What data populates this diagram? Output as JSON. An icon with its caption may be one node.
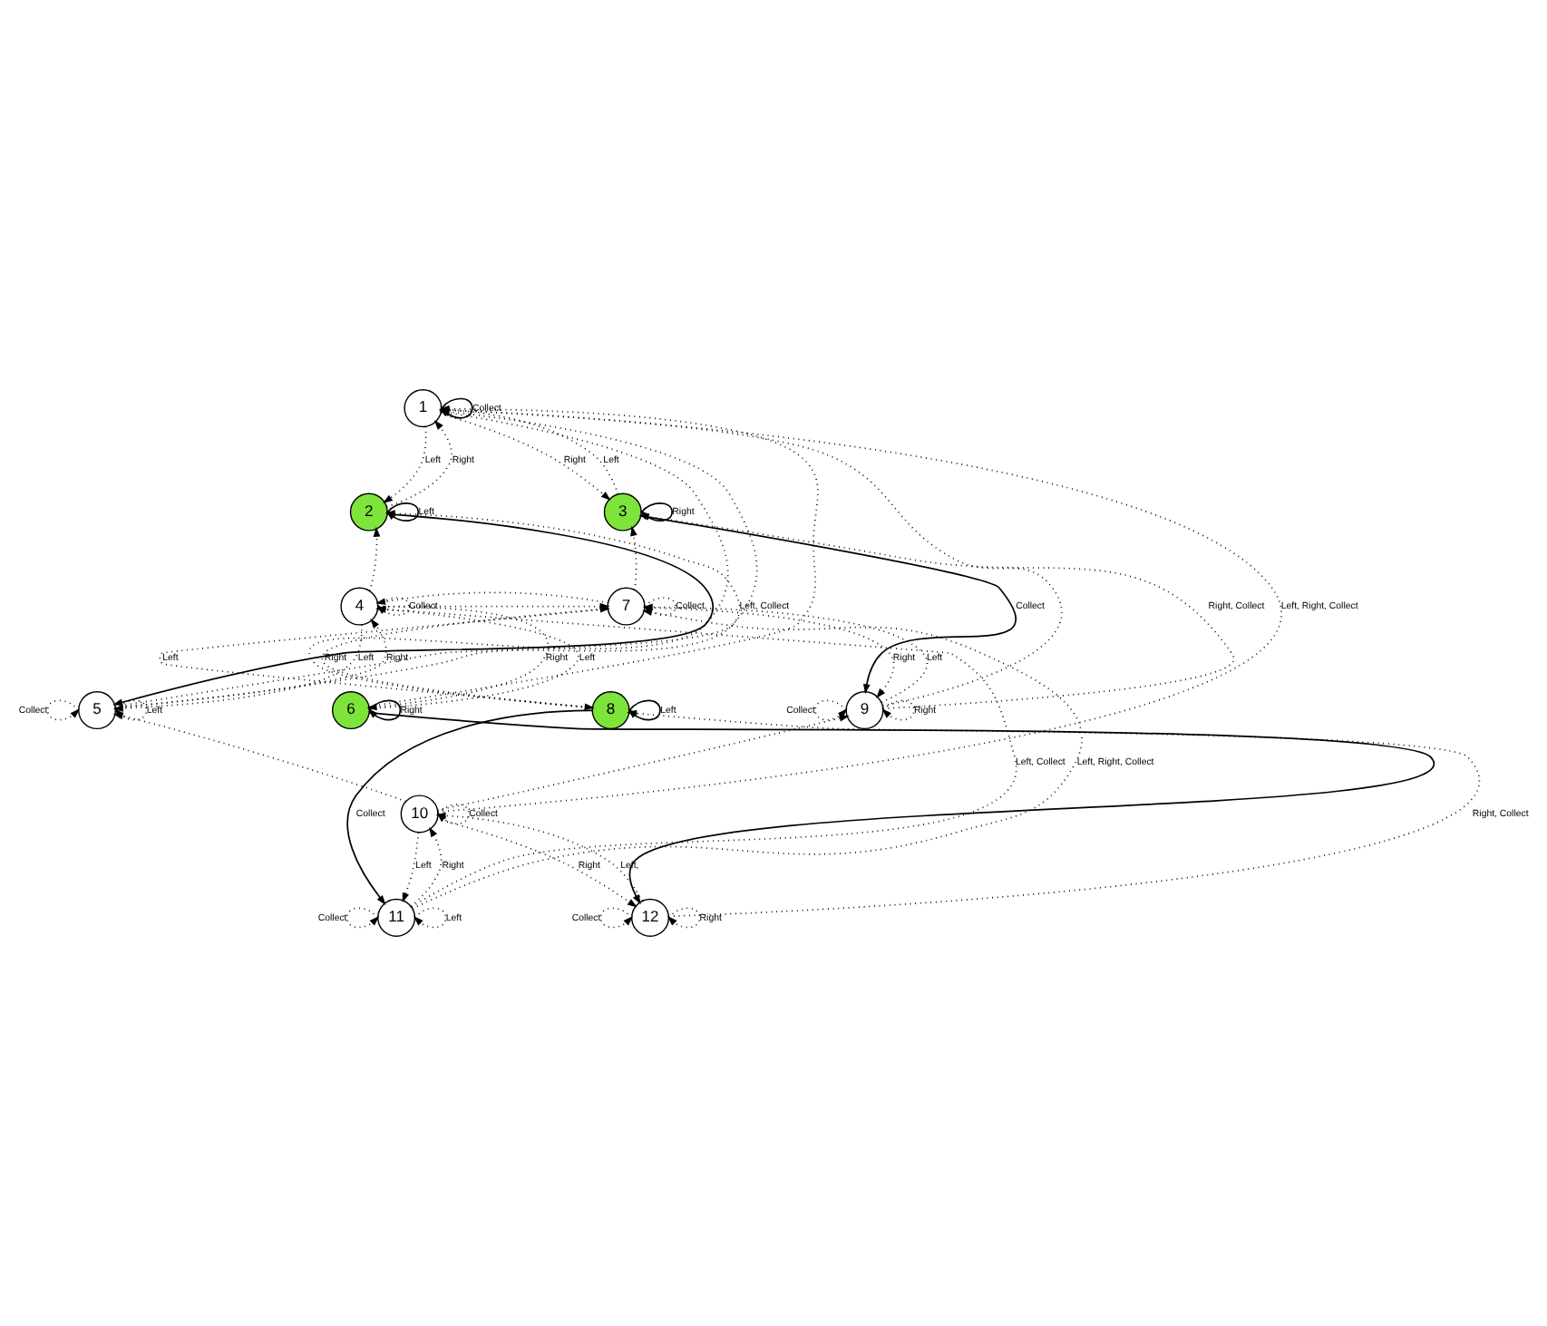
{
  "diagram": {
    "nodes": [
      {
        "text": [
          "1"
        ]
      },
      {
        "text": [
          "2"
        ]
      },
      {
        "text": [
          "3"
        ]
      },
      {
        "text": [
          "4"
        ]
      },
      {
        "text": [
          "5"
        ]
      },
      {
        "text": [
          "6"
        ]
      },
      {
        "text": [
          "7"
        ]
      },
      {
        "text": [
          "8"
        ]
      },
      {
        "text": [
          "9"
        ]
      },
      {
        "text": [
          "10"
        ]
      },
      {
        "text": [
          "11"
        ]
      },
      {
        "text": [
          "12"
        ]
      }
    ],
    "edges": [
      {
        "from": 0,
        "to": 0,
        "arrow": "to",
        "label": "Collect"
      },
      {
        "from": 0,
        "to": 1,
        "arrow": "to",
        "label": "Left",
        "style": "dashed"
      },
      {
        "from": 0,
        "to": 2,
        "arrow": "to",
        "label": "Right",
        "style": "dashed"
      },
      {
        "from": 1,
        "to": 1,
        "arrow": "to",
        "label": "Left"
      },
      {
        "from": 1,
        "to": 0,
        "arrow": "to",
        "label": "Right",
        "style": "dashed"
      },
      {
        "from": 1,
        "to": 4,
        "arrow": "to"
      },
      {
        "from": 4,
        "to": 1,
        "arrow": "to",
        "label": "Left, Collect",
        "style": "dashed"
      },
      {
        "from": 3,
        "to": 1,
        "arrow": "to",
        "style": "dashed"
      },
      {
        "from": 2,
        "to": 0,
        "arrow": "to",
        "label": "Left",
        "style": "dashed"
      },
      {
        "from": 2,
        "to": 2,
        "arrow": "to",
        "label": "Right"
      },
      {
        "from": 2,
        "to": 8,
        "arrow": "to",
        "label": "Collect"
      },
      {
        "from": 8,
        "to": 2,
        "arrow": "to",
        "label": "Right, Collect",
        "style": "dashed"
      },
      {
        "from": 6,
        "to": 2,
        "arrow": "to",
        "style": "dashed"
      },
      {
        "from": 9,
        "to": 0,
        "arrow": "to",
        "label": "Left, Right, Collect",
        "style": "dashed"
      },
      {
        "from": 3,
        "to": 3,
        "arrow": "to",
        "label": "Collect",
        "style": "dashed"
      },
      {
        "from": 3,
        "to": 4,
        "arrow": "to",
        "label": "Left",
        "style": "dashed"
      },
      {
        "from": 3,
        "to": 5,
        "arrow": "to",
        "label": "Right",
        "style": "dashed"
      },
      {
        "from": 3,
        "to": 6,
        "arrow": "to",
        "style": "dashed"
      },
      {
        "from": 4,
        "to": 4,
        "arrow": "to",
        "label": "Left",
        "style": "dashed"
      },
      {
        "from": 4,
        "to": 4,
        "arrow": "to",
        "label": "Collect",
        "style": "dashed"
      },
      {
        "from": 4,
        "to": 3,
        "arrow": "to",
        "label": "Right",
        "style": "dashed"
      },
      {
        "from": 4,
        "to": 0,
        "arrow": "to",
        "style": "dashed"
      },
      {
        "from": 5,
        "to": 3,
        "arrow": "to",
        "label": "Left",
        "style": "dashed"
      },
      {
        "from": 5,
        "to": 0,
        "arrow": "to",
        "style": "dashed"
      },
      {
        "from": 5,
        "to": 5,
        "arrow": "to",
        "label": "Right"
      },
      {
        "from": 6,
        "to": 6,
        "arrow": "to",
        "label": "Collect",
        "style": "dashed"
      },
      {
        "from": 6,
        "to": 7,
        "arrow": "to",
        "label": "Left",
        "style": "dashed"
      },
      {
        "from": 6,
        "to": 3,
        "arrow": "to",
        "style": "dashed"
      },
      {
        "from": 6,
        "to": 8,
        "arrow": "to",
        "label": "Right",
        "style": "dashed"
      },
      {
        "from": 7,
        "to": 6,
        "arrow": "to",
        "label": "Right",
        "style": "dashed"
      },
      {
        "from": 7,
        "to": 0,
        "arrow": "to",
        "style": "dashed"
      },
      {
        "from": 7,
        "to": 7,
        "arrow": "to",
        "label": "Left"
      },
      {
        "from": 8,
        "to": 6,
        "arrow": "to",
        "label": "Left",
        "style": "dashed"
      },
      {
        "from": 8,
        "to": 0,
        "arrow": "to",
        "style": "dashed"
      },
      {
        "from": 8,
        "to": 8,
        "arrow": "to",
        "label": "Right",
        "style": "dashed"
      },
      {
        "from": 8,
        "to": 8,
        "arrow": "to",
        "label": "Collect",
        "style": "dashed"
      },
      {
        "from": 10,
        "to": 6,
        "arrow": "to",
        "label": "Left, Right, Collect",
        "style": "dashed"
      },
      {
        "from": 9,
        "to": 10,
        "arrow": "to",
        "label": "Left",
        "style": "dashed"
      },
      {
        "from": 9,
        "to": 4,
        "arrow": "to",
        "style": "dashed"
      },
      {
        "from": 9,
        "to": 11,
        "arrow": "to",
        "label": "Right",
        "style": "dashed"
      },
      {
        "from": 9,
        "to": 8,
        "arrow": "to",
        "style": "dashed"
      },
      {
        "from": 9,
        "to": 9,
        "arrow": "to",
        "label": "Collect",
        "style": "dashed"
      },
      {
        "from": 7,
        "to": 10,
        "arrow": "to",
        "label": "Collect"
      },
      {
        "from": 5,
        "to": 11,
        "arrow": "to"
      },
      {
        "from": 10,
        "to": 10,
        "arrow": "to",
        "label": "Left",
        "style": "dashed"
      },
      {
        "from": 10,
        "to": 10,
        "arrow": "to",
        "label": "Collect",
        "style": "dashed"
      },
      {
        "from": 10,
        "to": 9,
        "arrow": "to",
        "label": "Right",
        "style": "dashed"
      },
      {
        "from": 10,
        "to": 3,
        "arrow": "to",
        "label": "Left, Collect",
        "style": "dashed"
      },
      {
        "from": 11,
        "to": 9,
        "arrow": "to",
        "label": "Left,",
        "style": "dashed"
      },
      {
        "from": 11,
        "to": 7,
        "arrow": "to",
        "label": "Right, Collect",
        "style": "dashed"
      },
      {
        "from": 11,
        "to": 11,
        "arrow": "to",
        "label": "Right",
        "style": "dashed"
      },
      {
        "from": 11,
        "to": 11,
        "arrow": "to",
        "label": "Collect",
        "style": "dashed"
      }
    ]
  }
}
